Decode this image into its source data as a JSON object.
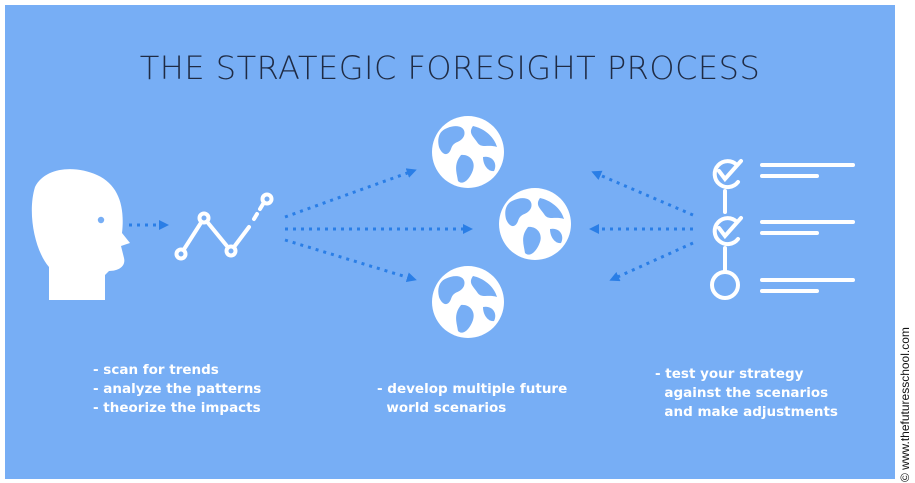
{
  "title": "THE STRATEGIC FORESIGHT PROCESS",
  "captions": {
    "scan": "- scan for trends\n- analyze the patterns\n- theorize the impacts",
    "scenarios": "- develop multiple future\n  world scenarios",
    "strategy": "- test your strategy\n  against the scenarios\n  and make adjustments"
  },
  "credit": "© www.thefuturesschool.com",
  "icons": [
    "head-profile-icon",
    "trend-line-icon",
    "globe-icon",
    "checklist-icon"
  ],
  "colors": {
    "background": "#77aef5",
    "icon": "#ffffff",
    "arrow": "#2a7ee6",
    "title": "#1f2b44"
  }
}
